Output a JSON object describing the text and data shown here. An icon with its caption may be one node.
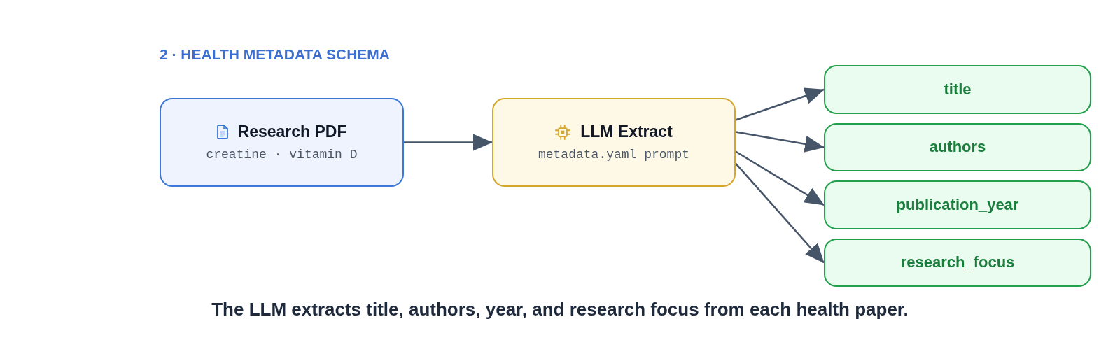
{
  "diagram": {
    "title": "2 · HEALTH METADATA SCHEMA",
    "caption": "The LLM extracts title, authors, year, and research focus from each health paper.",
    "nodes": [
      {
        "text": [
          "Research PDF",
          "creatine · vitamin D"
        ]
      },
      {
        "text": [
          "LLM Extract",
          "metadata.yaml prompt"
        ]
      },
      {
        "text": [
          "title"
        ]
      },
      {
        "text": [
          "authors"
        ]
      },
      {
        "text": [
          "publication_year"
        ]
      },
      {
        "text": [
          "research_focus"
        ]
      }
    ],
    "edges": [
      {
        "from": 0,
        "to": 1,
        "arrow": "to"
      },
      {
        "from": 1,
        "to": 2,
        "arrow": "to"
      },
      {
        "from": 1,
        "to": 3,
        "arrow": "to"
      },
      {
        "from": 1,
        "to": 4,
        "arrow": "to"
      },
      {
        "from": 1,
        "to": 5,
        "arrow": "to"
      }
    ]
  }
}
